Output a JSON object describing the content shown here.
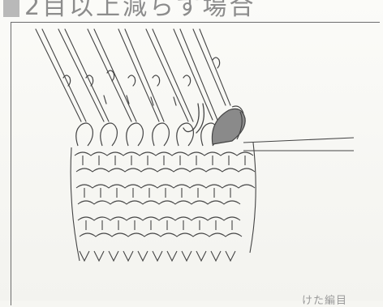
{
  "section": {
    "heading": "2目以上減らす場合"
  },
  "footer": {
    "note": "けた編目"
  },
  "illustration": {
    "subject": "knitting-decrease-diagram",
    "palette": {
      "ink": "#444444",
      "shade": "#8a8a8a",
      "paper": "#f6f6f2",
      "marker": "#b9b9b9"
    }
  }
}
